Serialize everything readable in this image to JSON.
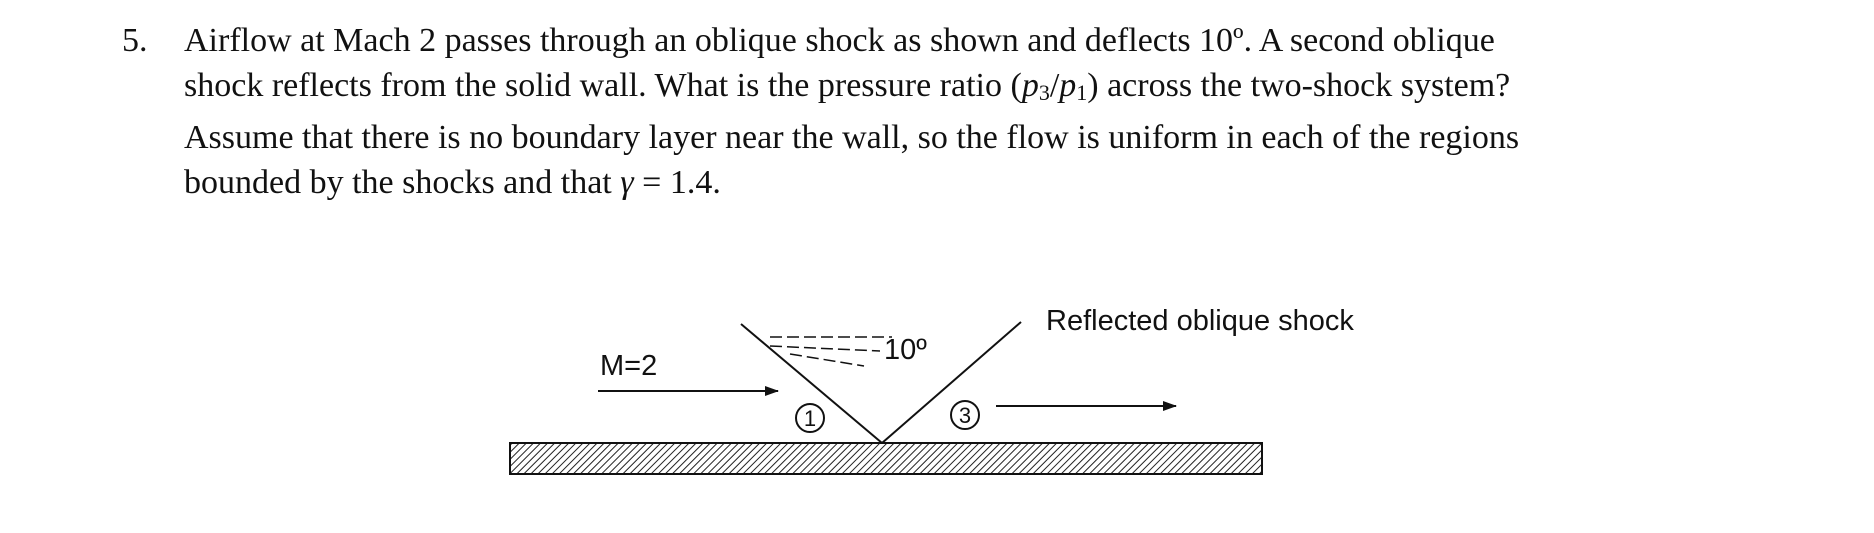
{
  "problem": {
    "number": "5.",
    "line1": "Airflow at Mach 2 passes through an oblique shock as shown and deflects 10º. A second oblique",
    "line2_before": "shock reflects from the solid wall. What is the pressure ratio (",
    "line2_p3": "p",
    "line2_sub3": "3",
    "line2_slash": "/",
    "line2_p1": "p",
    "line2_sub1": "1",
    "line2_after": ") across the two-shock system?",
    "line3": "Assume that there is no boundary layer near the wall, so the flow is uniform in each of the regions",
    "line4_before": "bounded by the shocks and that ",
    "line4_gamma": "γ",
    "line4_after": " = 1.4."
  },
  "figure": {
    "mach_label": "M=2",
    "angle_label": "10º",
    "reflected_label": "Reflected oblique shock",
    "region_1": "1",
    "region_3": "3",
    "line_color": "#111111",
    "wall_hatch_color": "#222222"
  }
}
